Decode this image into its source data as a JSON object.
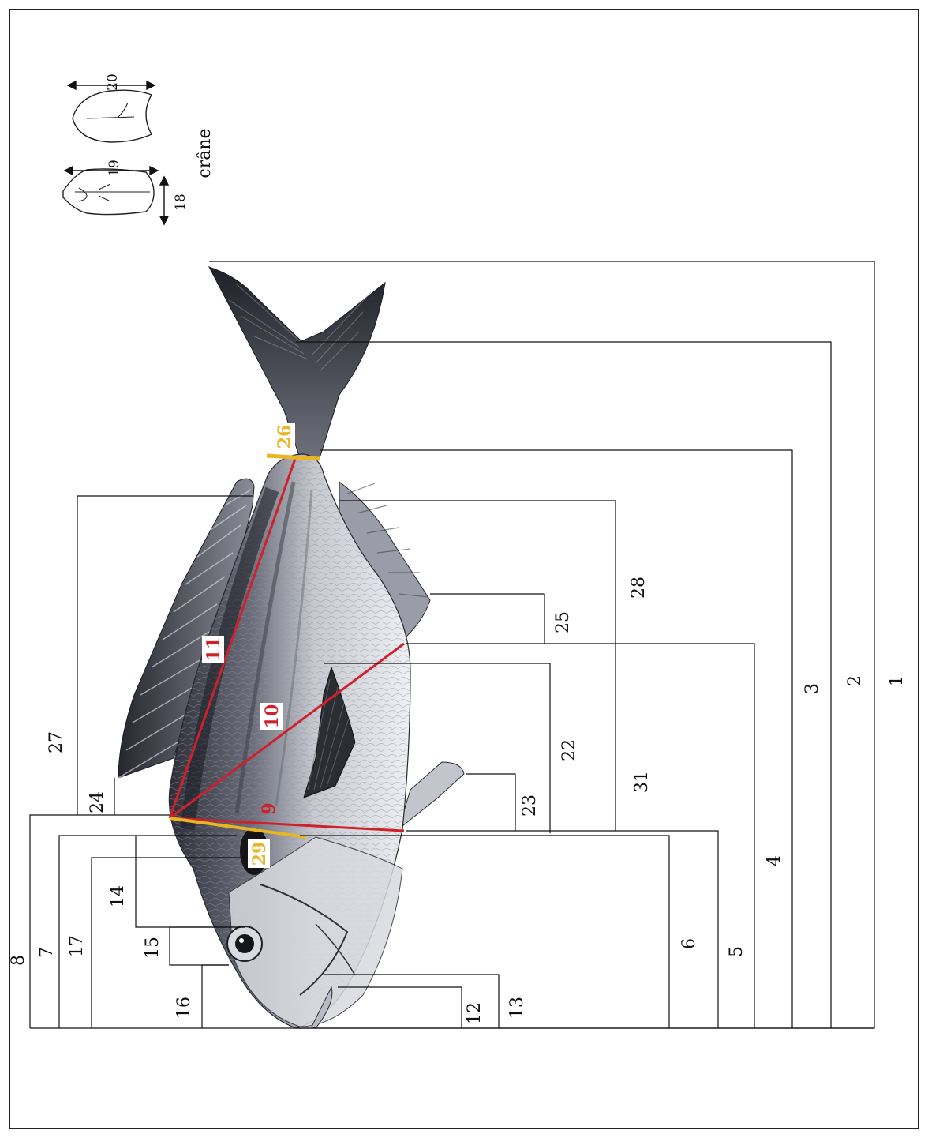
{
  "figure": {
    "caption": "crâne",
    "colors": {
      "red_line": "#d0202a",
      "gold_line": "#e9b523",
      "fin_dark": "#2e2f38",
      "body_light": "#e4e6ea"
    },
    "labels": {
      "m1": "1",
      "m2": "2",
      "m3": "3",
      "m4": "4",
      "m5": "5",
      "m6": "6",
      "m7": "7",
      "m8": "8",
      "m9": "9",
      "m10": "10",
      "m11": "11",
      "m12": "12",
      "m13": "13",
      "m14": "14",
      "m15": "15",
      "m16": "16",
      "m17": "17",
      "m18": "18",
      "m19": "19",
      "m20": "20",
      "m22": "22",
      "m23": "23",
      "m24": "24",
      "m25": "25",
      "m26": "26",
      "m27": "27",
      "m28": "28",
      "m29": "29",
      "m31": "31"
    },
    "icons": [
      "fish-illustration-icon",
      "skull-dorsal-icon",
      "skull-ventral-icon"
    ]
  }
}
